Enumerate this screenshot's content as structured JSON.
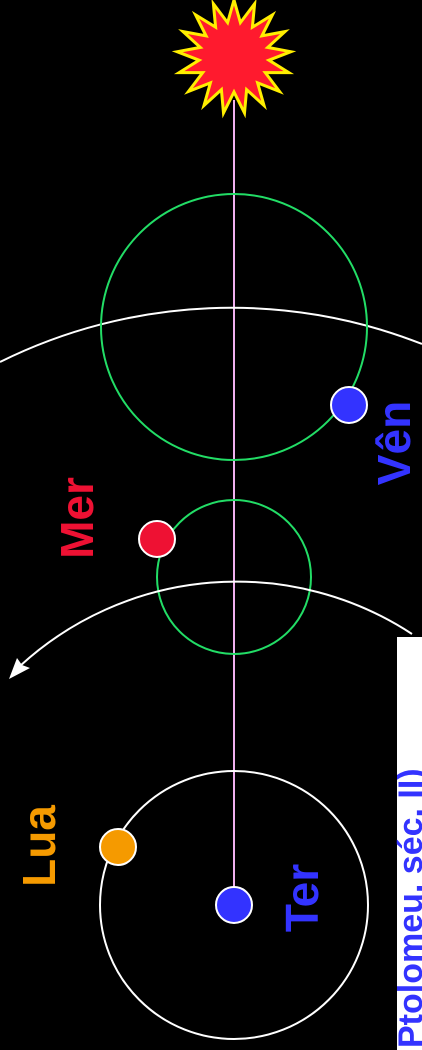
{
  "labels": {
    "venus": "Vên",
    "mercury": "Mer",
    "moon": "Lua",
    "earth": "Ter",
    "caption": "Ptolomeu, séc. II)"
  },
  "colors": {
    "background": "#000000",
    "sun_fill": "#ff1a2e",
    "sun_outline": "#ffee00",
    "axis_line": "#f0b0f0",
    "epicycle": "#22dd66",
    "deferent": "#ffffff",
    "venus": "#3333ff",
    "mercury": "#ee1133",
    "moon": "#f59a00",
    "earth": "#3333ff",
    "caption_box": "#ffffff",
    "caption_text": "#3333ff"
  },
  "icons": {
    "sun": "sun-icon",
    "orbit_direction": "arrowhead-icon"
  }
}
